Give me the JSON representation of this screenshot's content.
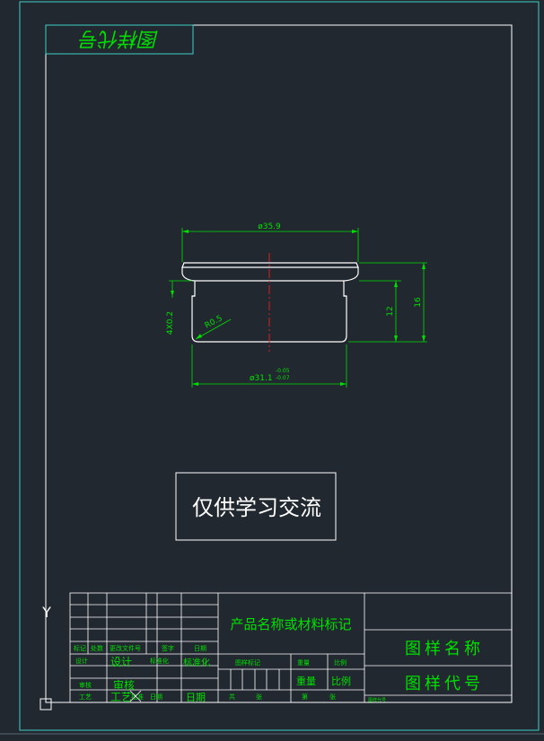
{
  "drawing": {
    "title_block_stamp": "图样代号",
    "notice": "仅供学习交流",
    "part": {
      "dim_top_diameter": "ø35.9",
      "dim_radius": "R0.5",
      "dim_chamfer": "4X0.2",
      "dim_bottom_diameter": "ø31.1",
      "dim_bottom_tol_upper": "-0.05",
      "dim_bottom_tol_lower": "-0.07",
      "dim_height_inner": "12",
      "dim_height_outer": "16"
    },
    "title_block": {
      "material_label": "产品名称或材料标记",
      "drawing_name": "图样名称",
      "drawing_code": "图样代号",
      "row_mark": "标记",
      "row_count": "处数",
      "row_change_doc": "更改文件号",
      "row_signature": "签字",
      "row_date": "日期",
      "design_label": "设计",
      "design_value": "设计",
      "standardize_label": "标准化",
      "standardize_value": "标准化",
      "stage_mark": "图样标记",
      "weight": "重量",
      "weight2": "重量",
      "scale": "比例",
      "scale2": "比例",
      "review": "审核",
      "review_value": "审核",
      "craft": "工艺",
      "craft_value": "工艺",
      "approve": "批准",
      "date_label": "日期",
      "date_value": "日期",
      "sheets_total": "共",
      "sheets_total_unit": "张",
      "sheet_no": "第",
      "sheet_no_unit": "张",
      "stamp_small": "图样代号"
    },
    "ucs_y": "Y"
  },
  "colors": {
    "background": "#212830",
    "frame": "#ffffff",
    "outer_frame": "#3fd0c8",
    "geometry": "#ffffff",
    "dimension": "#00e000",
    "centerline": "#e02020"
  }
}
